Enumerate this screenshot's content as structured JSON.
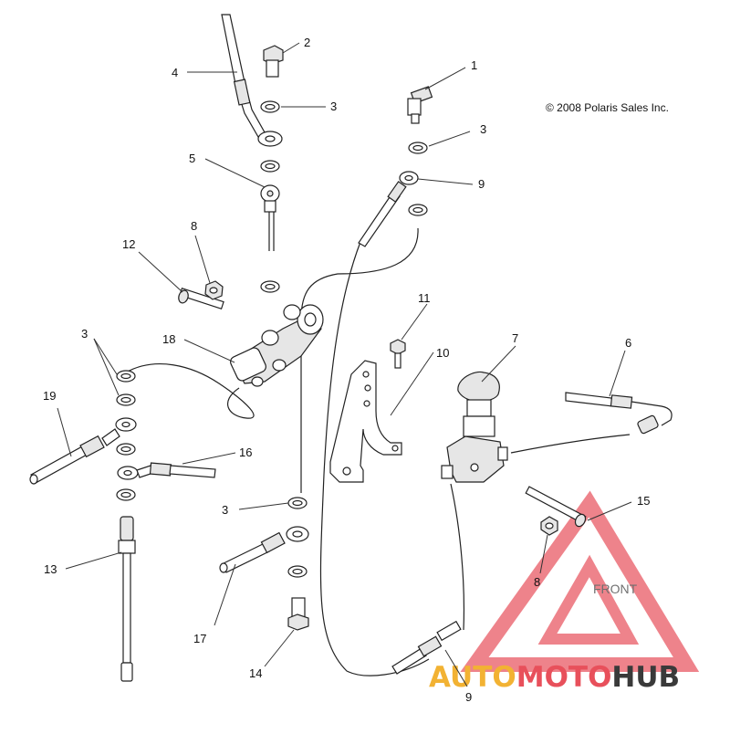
{
  "copyright": "© 2008 Polaris Sales Inc.",
  "callouts": {
    "c1": "1",
    "c2": "2",
    "c3a": "3",
    "c3b": "3",
    "c3c": "3",
    "c3d": "3",
    "c4": "4",
    "c5": "5",
    "c6": "6",
    "c7": "7",
    "c8a": "8",
    "c8b": "8",
    "c9a": "9",
    "c9b": "9",
    "c10": "10",
    "c11": "11",
    "c12": "12",
    "c13": "13",
    "c14": "14",
    "c15": "15",
    "c16": "16",
    "c17": "17",
    "c18": "18",
    "c19": "19"
  },
  "watermark": {
    "front_label": "FRONT",
    "brand_auto": "AUTO",
    "brand_moto": "MOTO",
    "brand_hub": "HUB",
    "colors": {
      "triangle": "#e8505b",
      "auto": "#f2b233",
      "moto": "#e8505b",
      "hub": "#3a3a3a"
    }
  }
}
